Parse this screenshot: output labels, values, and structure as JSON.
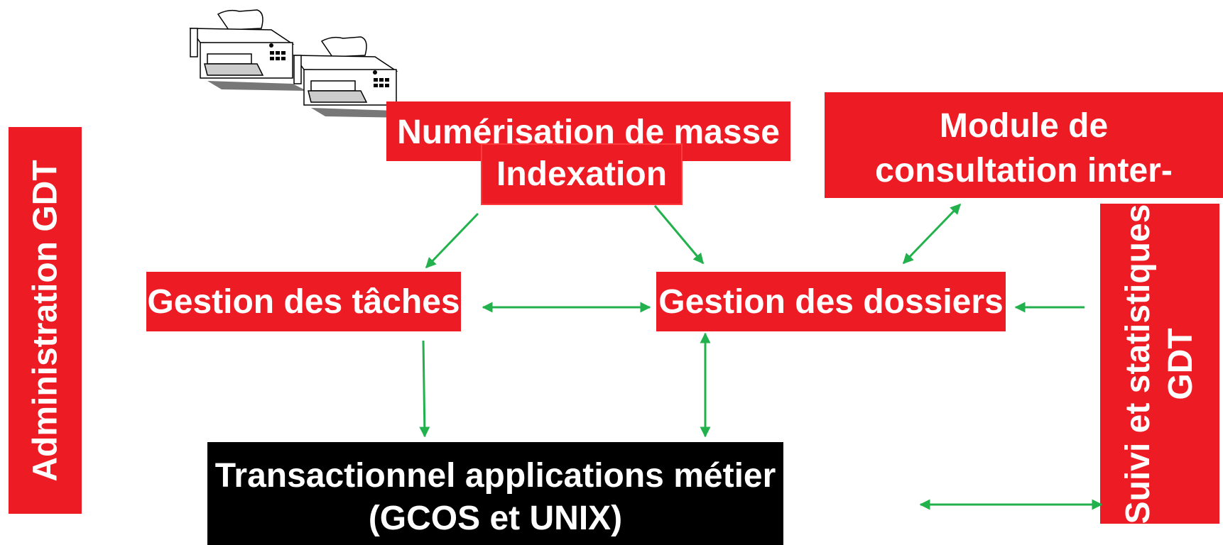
{
  "colors": {
    "box_red": "#ed1c24",
    "box_black": "#000000",
    "arrow_green": "#22b14c",
    "text": "#ffffff"
  },
  "icons": [
    "printer-icon",
    "printer-icon"
  ],
  "boxes": {
    "administration": "Administration GDT",
    "numerisation": "Numérisation de masse",
    "indexation": "Indexation",
    "module_line1": "Module de",
    "module_line2": "consultation inter-",
    "gestion_taches": "Gestion des tâches",
    "gestion_dossiers": "Gestion des dossiers",
    "suivi_line1": "Suivi et statistiques",
    "suivi_line2": "GDT",
    "transactionnel_line1": "Transactionnel applications métier",
    "transactionnel_line2": "(GCOS et UNIX)"
  }
}
